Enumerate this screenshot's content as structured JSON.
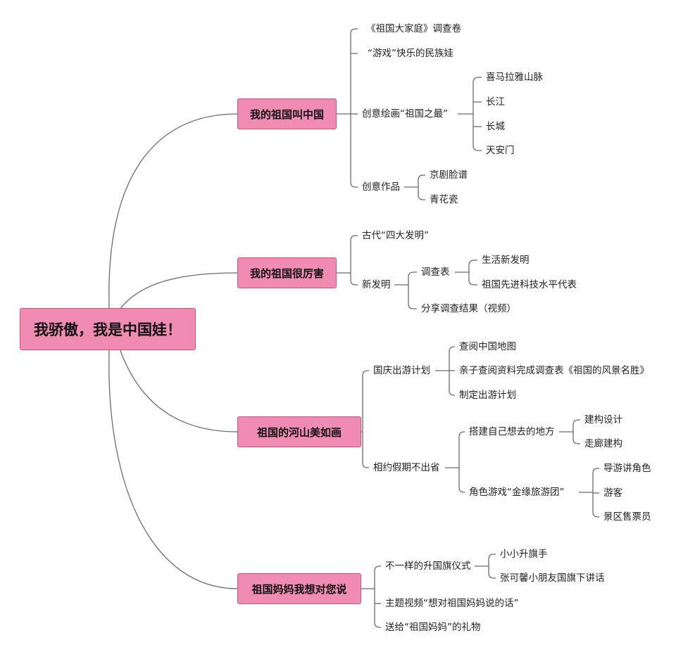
{
  "root": "我骄傲，我是中国娃！",
  "branches": [
    {
      "title": "我的祖国叫中国",
      "items": [
        "《祖国大家庭》调查卷",
        "“游戏”快乐的民族娃",
        {
          "label": "创意绘画“祖国之最”",
          "children": [
            "喜马拉雅山脉",
            "长江",
            "长城",
            "天安门"
          ]
        },
        {
          "label": "创意作品",
          "children": [
            "京剧脸谱",
            "青花瓷"
          ]
        }
      ]
    },
    {
      "title": "我的祖国很厉害",
      "items": [
        "古代“四大发明”",
        {
          "label": "新发明",
          "children": [
            {
              "label": "调查表",
              "children": [
                "生活新发明",
                "祖国先进科技水平代表"
              ]
            },
            "分享调查结果（视频）"
          ]
        }
      ]
    },
    {
      "title": "祖国的河山美如画",
      "items": [
        {
          "label": "国庆出游计划",
          "children": [
            "查阅中国地图",
            "亲子查阅资料完成调查表《祖国的风景名胜》",
            "制定出游计划"
          ]
        },
        {
          "label": "相约假期不出省",
          "children": [
            {
              "label": "搭建自己想去的地方",
              "children": [
                "建构设计",
                "走廊建构"
              ]
            },
            {
              "label": "角色游戏“金缘旅游团”",
              "children": [
                "导游讲角色",
                "游客",
                "景区售票员"
              ]
            }
          ]
        }
      ]
    },
    {
      "title": "祖国妈妈我想对您说",
      "items": [
        {
          "label": "不一样的升国旗仪式",
          "children": [
            "小小升旗手",
            "张可馨小朋友国旗下讲话"
          ]
        },
        "主题视频“想对祖国妈妈说的话”",
        "送给“祖国妈妈”的礼物"
      ]
    }
  ]
}
